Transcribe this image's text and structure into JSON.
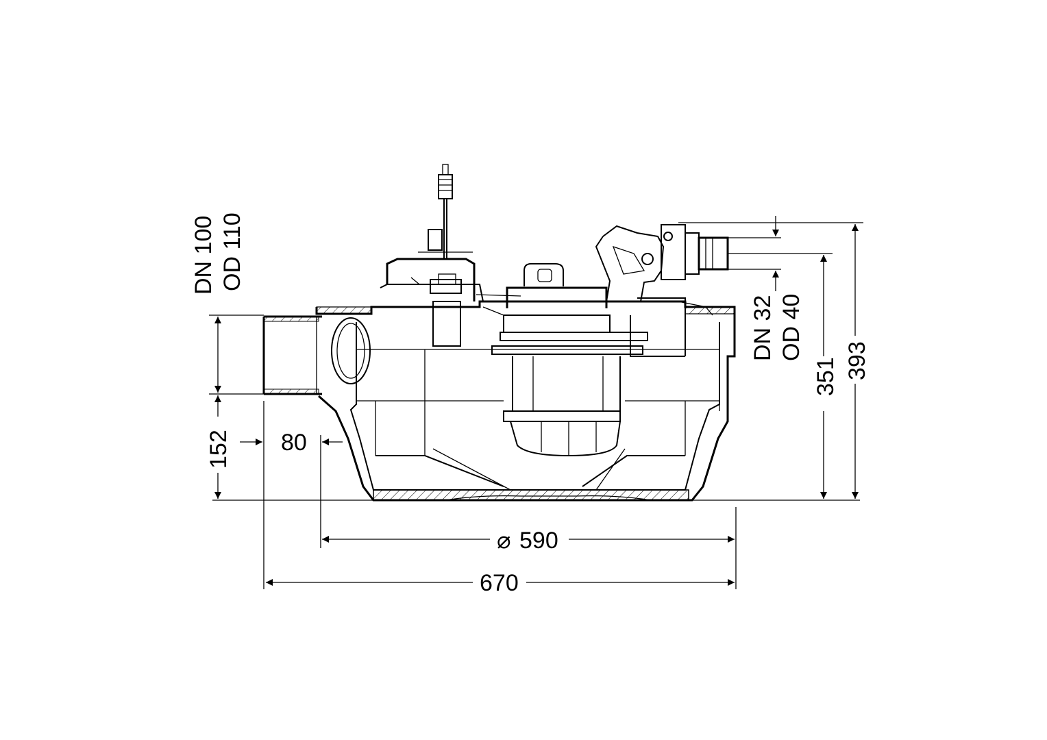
{
  "dimensions": {
    "inlet_dn": "DN 100",
    "inlet_od": "OD 110",
    "outlet_dn": "DN 32",
    "outlet_od": "OD 40",
    "height_overall": "393",
    "height_outlet": "351",
    "inlet_height": "152",
    "inlet_offset": "80",
    "diameter_symbol": "⌀",
    "diameter": "590",
    "overall_width": "670"
  }
}
